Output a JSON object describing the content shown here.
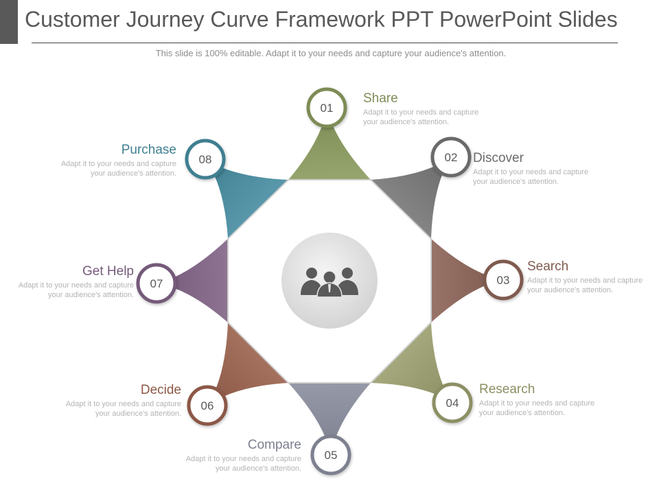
{
  "header": {
    "title": "Customer Journey Curve Framework PPT PowerPoint Slides",
    "subtitle": "This slide is 100% editable. Adapt it to your needs and capture your audience's attention."
  },
  "center": {
    "icon": "people-group-icon"
  },
  "steps": [
    {
      "number": "01",
      "title": "Share",
      "desc_line1": "Adapt it to your needs and capture",
      "desc_line2": "your audience's attention.",
      "color": "#7d8c55"
    },
    {
      "number": "02",
      "title": "Discover",
      "desc_line1": "Adapt it to your needs and capture",
      "desc_line2": "your audience's attention.",
      "color": "#6b6b6b"
    },
    {
      "number": "03",
      "title": "Search",
      "desc_line1": "Adapt it to your needs and capture",
      "desc_line2": "your audience's attention.",
      "color": "#7f5a4f"
    },
    {
      "number": "04",
      "title": "Research",
      "desc_line1": "Adapt it to your needs and capture",
      "desc_line2": "your audience's attention.",
      "color": "#8c8f63"
    },
    {
      "number": "05",
      "title": "Compare",
      "desc_line1": "Adapt it to your needs and capture",
      "desc_line2": "your audience's attention.",
      "color": "#7d808f"
    },
    {
      "number": "06",
      "title": "Decide",
      "desc_line1": "Adapt it to your needs and capture",
      "desc_line2": "your audience's attention.",
      "color": "#8c5846"
    },
    {
      "number": "07",
      "title": "Get Help",
      "desc_line1": "Adapt it to your needs and capture",
      "desc_line2": "your audience's attention.",
      "color": "#755a7a"
    },
    {
      "number": "08",
      "title": "Purchase",
      "desc_line1": "Adapt it to your needs and capture",
      "desc_line2": "your audience's attention.",
      "color": "#3f7f91"
    }
  ]
}
